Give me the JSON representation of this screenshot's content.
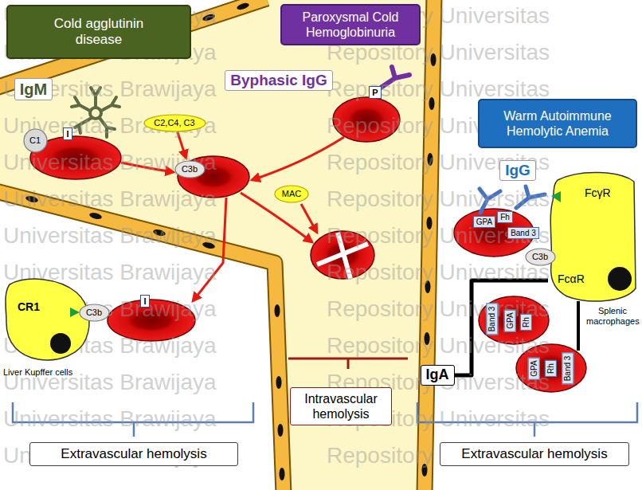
{
  "diagram": {
    "nodes": [
      {
        "text": [
          "Cold agglutinin disease"
        ]
      },
      {
        "text": [
          "Paroxysmal Cold Hemoglobinuria"
        ]
      },
      {
        "text": [
          "IgM"
        ]
      },
      {
        "text": [
          "Byphasic IgG"
        ]
      },
      {
        "text": [
          "P"
        ]
      },
      {
        "text": [
          "C1"
        ]
      },
      {
        "text": [
          "I"
        ]
      },
      {
        "text": [
          "C2,C4, C3"
        ]
      },
      {
        "text": [
          "Warm Autoimmune Hemolytic Anemia"
        ]
      },
      {
        "text": [
          "IgG"
        ]
      },
      {
        "text": [
          "C3b"
        ]
      },
      {
        "text": [
          "MAC"
        ]
      },
      {
        "text": [
          "FcγR",
          "FcαR",
          "Splenic macrophages"
        ]
      },
      {
        "text": [
          "GPA"
        ]
      },
      {
        "text": [
          "Fh"
        ]
      },
      {
        "text": [
          "Band 3"
        ]
      },
      {
        "text": [
          "C3b"
        ]
      },
      {
        "text": [
          "CR1",
          "Liver Kupffer cells"
        ]
      },
      {
        "text": [
          "C3b"
        ]
      },
      {
        "text": [
          "I"
        ]
      },
      {
        "text": [
          "Band 3"
        ]
      },
      {
        "text": [
          "GPA"
        ]
      },
      {
        "text": [
          "Rh"
        ]
      },
      {
        "text": [
          "GPA"
        ]
      },
      {
        "text": [
          "Rh"
        ]
      },
      {
        "text": [
          "Band 3"
        ]
      },
      {
        "text": [
          "IgA"
        ]
      },
      {
        "text": [
          "Intravascular hemolysis"
        ]
      },
      {
        "text": [
          "Extravascular hemolysis"
        ]
      },
      {
        "text": [
          "Extravascular hemolysis"
        ]
      }
    ],
    "edges": [
      {
        "from": 7,
        "to": 10,
        "arrow": "to"
      },
      {
        "from": 26,
        "to": 12,
        "arrow": "none"
      }
    ],
    "labels": [
      "Universitas Brawijaya",
      "Repository Universitas",
      "Universitas Brawijaya",
      "Repository Universitas",
      "Universitas Brawijaya",
      "Repository Universitas",
      "Universitas Brawijaya",
      "Repository Universitas",
      "Universitas Brawijaya",
      "Repository Universitas",
      "Universitas Brawijaya",
      "Repository Universitas",
      "Universitas Brawijaya",
      "Repository Universitas",
      "Universitas Brawijaya",
      "Repository Universitas",
      "Universitas Brawijaya",
      "Repository Universitas",
      "Universitas Brawijaya",
      "Repository Universitas",
      "Universitas Brawijaya",
      "Repository Universitas",
      "Universitas Brawijaya",
      "Repository Universitas",
      "Universitas Brawijaya",
      "Repository Universitas"
    ]
  }
}
